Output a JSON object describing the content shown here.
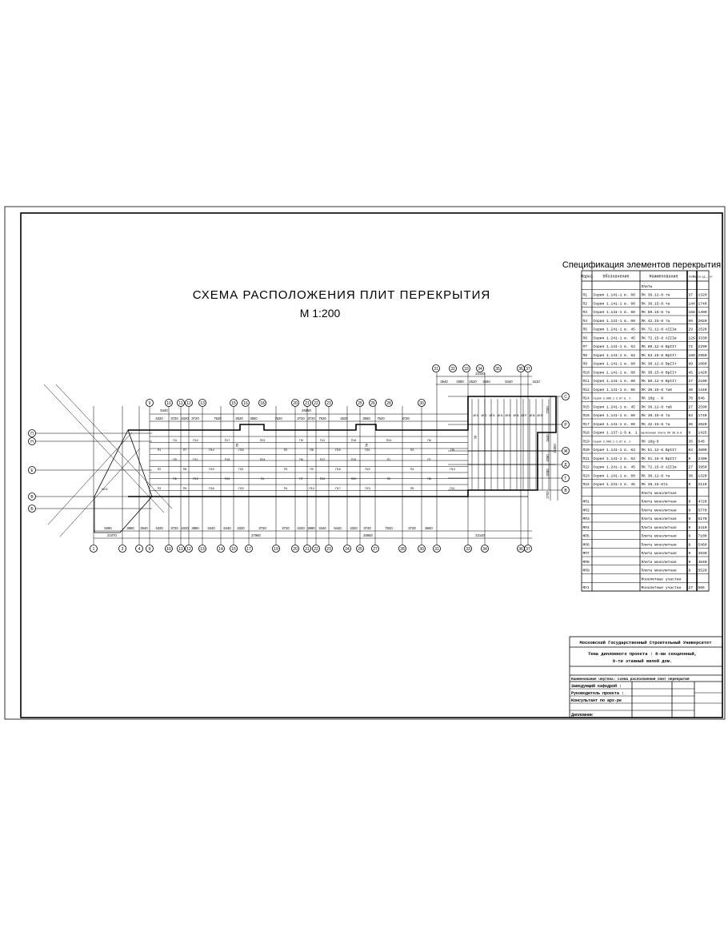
{
  "drawing": {
    "title": "СХЕМА РАСПОЛОЖЕНИЯ ПЛИТ ПЕРЕКРЫТИЯ",
    "scale": "М 1:200",
    "axes_bottom": [
      "1",
      "3",
      "4",
      "9",
      "10",
      "11",
      "12",
      "13",
      "14",
      "15",
      "17",
      "19",
      "20",
      "21",
      "22",
      "23",
      "24",
      "25",
      "27",
      "28",
      "30",
      "31",
      "33",
      "34",
      "36",
      "37"
    ],
    "axes_top": [
      "9",
      "10",
      "11",
      "12",
      "13",
      "15",
      "16",
      "18",
      "20",
      "21",
      "22",
      "23",
      "25",
      "26",
      "28",
      "30"
    ],
    "axes_top_right": [
      "31",
      "32",
      "33",
      "34",
      "35",
      "36",
      "37"
    ],
    "axes_right": [
      "С",
      "Р",
      "Ж",
      "Д",
      "Г",
      "В"
    ],
    "axes_left": [
      "П",
      "Н",
      "Е",
      "В",
      "Б"
    ],
    "dims_top": [
      "4320",
      "3720",
      "4320",
      "3720",
      "7520",
      "2520",
      "3560",
      "7520",
      "3720",
      "3720",
      "7520",
      "2520",
      "3560",
      "7520",
      "3720"
    ],
    "dims_top_total": [
      "5440",
      "26950"
    ],
    "dims_top_right": [
      "3540",
      "3380",
      "2520",
      "2560",
      "5440",
      "1510"
    ],
    "dims_top_right_total": "23140",
    "dims_bottom": [
      "5280",
      "3880",
      "2540",
      "4320",
      "3720",
      "4320",
      "3880",
      "3440",
      "6440",
      "4320",
      "3720",
      "3720",
      "4320",
      "3880",
      "3440",
      "6440",
      "4320",
      "3720",
      "7520",
      "3720",
      "8600"
    ],
    "dims_bottom_total": [
      "21070",
      "27960",
      "26950",
      "23140"
    ],
    "dims_right": [
      "7200",
      "3440",
      "3280",
      "3280",
      "2700"
    ],
    "dims_right_total": "15360",
    "slab_marks": [
      "П1",
      "П2",
      "П3",
      "П4",
      "П5",
      "П6",
      "П7",
      "П8",
      "П9",
      "П10",
      "П11",
      "П12",
      "П14",
      "П15",
      "П16",
      "П17",
      "П18",
      "П19",
      "П20",
      "П21",
      "П22",
      "П23",
      "П24",
      "МП1",
      "МП2",
      "МП3",
      "МП4",
      "МП5",
      "МП6",
      "МП7",
      "МП8",
      "МП9",
      "МУ1",
      "Л"
    ]
  },
  "spec": {
    "title": "Спецификация элементов перекрытия",
    "headers": [
      "Марка",
      "Обозначение",
      "Наименование",
      "Кол.",
      "Масса ед., кг"
    ],
    "rows": [
      [
        "",
        "",
        "Плиты",
        "",
        ""
      ],
      [
        "П1",
        "Серия 1.141-1 в. 60",
        "ПК 36.12-8 та",
        "37",
        "1320"
      ],
      [
        "П2",
        "Серия 1.141-1 в. 60",
        "ПК 36.15-8 та",
        "144",
        "1740"
      ],
      [
        "П3",
        "Серия 1.141-1 в. 60",
        "ПК 60.15-8 та",
        "158",
        "1490"
      ],
      [
        "П4",
        "Серия 1.141-1 в. 60",
        "ПК 42.15-8 та",
        "99",
        "2020"
      ],
      [
        "П5",
        "Серия 1.241-1 в. 45",
        "ПК 72.12-8 АIIIв",
        "29",
        "2520"
      ],
      [
        "П6",
        "Серия 1.241-1 в. 45",
        "ПК 72.15-8 АIIIв",
        "126",
        "3330"
      ],
      [
        "П7",
        "Серия 1.141-1 в. 63",
        "ПК 60.12-8 ВрIIт",
        "72",
        "2290"
      ],
      [
        "П8",
        "Серия 1.141-1 в. 63",
        "ПК 63.15-8 ВрIIт",
        "189",
        "2950"
      ],
      [
        "П9",
        "Серия 1.141-1 в. 60",
        "ПК 30.12-8 ВрIIт",
        "99",
        "1080"
      ],
      [
        "П10",
        "Серия 1.141-1 в. 60",
        "ПК 30.15-8 ВрIIт",
        "45",
        "1420"
      ],
      [
        "П11",
        "Серия 1.141-1 в. 60",
        "ПК 60.12-8 ВрIIт",
        "27",
        "2100"
      ],
      [
        "П12",
        "Серия 1.141-1 в. 06",
        "ПК 36.15-8 таК",
        "49",
        "1440"
      ],
      [
        "П14",
        "Серия 3.006.1-2.87 в. 2",
        "ПК 18g - 8",
        "78",
        "646"
      ],
      [
        "П15",
        "Серия 1.241-1 в. 45",
        "ПК 36.12-8 таК",
        "27",
        "2590"
      ],
      [
        "П16",
        "Серия 1.141-1 в. 60",
        "ПК 36.15-8 та",
        "63",
        "1740"
      ],
      [
        "П17",
        "Серия 1.141-1 в. 60",
        "ПК 42.15-8 та",
        "36",
        "2020"
      ],
      [
        "П18",
        "Серия 1.137-1-9 в. 1",
        "Балконная плита ПК 30.0-8",
        "9",
        "1425"
      ],
      [
        "П19",
        "Серия 3.006.1-2.87 в. 2",
        "ПК 18g-8",
        "35",
        "646"
      ],
      [
        "П20",
        "Серия 1.141-1 в. 63",
        "ПК 51.12-8 ВрIIт",
        "63",
        "3800"
      ],
      [
        "П21",
        "Серия 1.141-1 в. 63",
        "ПК 51.15-8 ВрIIт",
        "9",
        "2490"
      ],
      [
        "П22",
        "Серия 1.241-1 в. 45",
        "ПК 72.15-8 АIIIв",
        "27",
        "3950"
      ],
      [
        "П23",
        "Серия 1.141-1 в. 60",
        "ПК 36.12-8 та",
        "36",
        "1320"
      ],
      [
        "П24",
        "Серия 1.241-1 в. 45",
        "ПК 36.15-8та",
        "9",
        "2110"
      ],
      [
        "",
        "",
        "Плита монолитная",
        "",
        ""
      ],
      [
        "МП1",
        "",
        "Плита монолитная",
        "9",
        "4720"
      ],
      [
        "МП2",
        "",
        "Плита монолитная",
        "9",
        "5770"
      ],
      [
        "МП3",
        "",
        "Плита монолитная",
        "9",
        "6170"
      ],
      [
        "МП4",
        "",
        "Плита монолитная",
        "9",
        "3410"
      ],
      [
        "МП5",
        "",
        "Плита монолитная",
        "9",
        "7100"
      ],
      [
        "МП6",
        "",
        "Плита монолитная",
        "9",
        "5460"
      ],
      [
        "МП7",
        "",
        "Плита монолитная",
        "9",
        "4930"
      ],
      [
        "МП8",
        "",
        "Плита монолитная",
        "9",
        "4840"
      ],
      [
        "МП9",
        "",
        "Плита монолитная",
        "9",
        "5520"
      ],
      [
        "",
        "",
        "Монолитные участки",
        "",
        ""
      ],
      [
        "МУ1",
        "",
        "Монолитные участки",
        "27",
        "666"
      ]
    ]
  },
  "title_block": {
    "university": "Московский Государственный Строительный Университет",
    "theme_line1": "Тема дипломного проекта : 8-ми секционный,",
    "theme_line2": "9-ти этажный жилой дом.",
    "drawing_name": "Наименование чертежа: схема расположения плит перекрытия",
    "head_of_dept": "Заведующий кафедрой :",
    "project_lead": "Руководитель проекта :",
    "consultant": "Консультант по арх-ре",
    "student": "Дипломник"
  }
}
